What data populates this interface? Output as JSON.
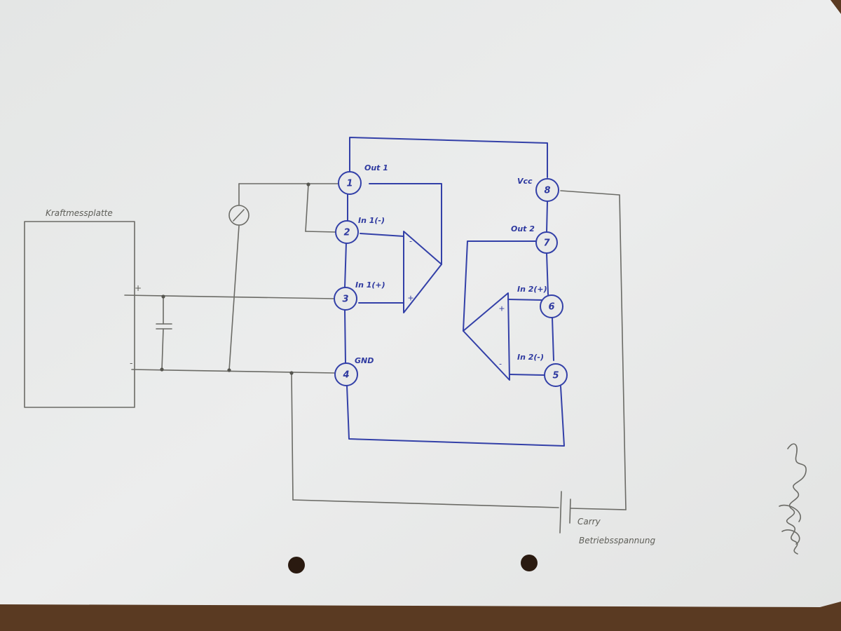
{
  "labels": {
    "plate": "Kraftmessplatte",
    "plus": "+",
    "minus": "-",
    "battery_line1": "Carry",
    "battery_line2": "Betriebsspannung"
  },
  "pins": [
    {
      "number": "1",
      "label": "Out 1"
    },
    {
      "number": "2",
      "label": "In 1(-)"
    },
    {
      "number": "3",
      "label": "In 1(+)"
    },
    {
      "number": "4",
      "label": "GND"
    },
    {
      "number": "5",
      "label": "In 2(-)"
    },
    {
      "number": "6",
      "label": "In 2(+)"
    },
    {
      "number": "7",
      "label": "Out 2"
    },
    {
      "number": "8",
      "label": "Vcc"
    }
  ],
  "opamp_signs": {
    "amp1_minus": "-",
    "amp1_plus": "+",
    "amp2_plus": "+",
    "amp2_minus": "-"
  },
  "colors": {
    "paper": "#e9eae9",
    "table": "#5a3a22",
    "ink": "#3340a8",
    "pencil": "#6b6b66"
  }
}
